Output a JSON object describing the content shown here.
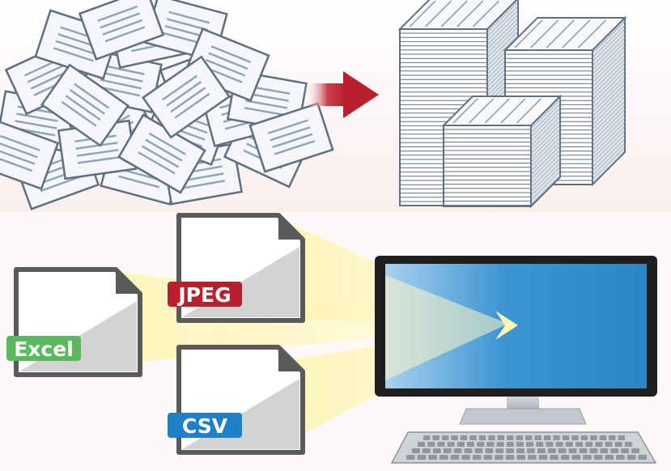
{
  "labels": {
    "excel": "Excel",
    "jpeg": "JPEG",
    "csv": "CSV"
  },
  "colors": {
    "excel_badge": "#5cb85c",
    "jpeg_badge": "#b8202e",
    "csv_badge": "#1f7fc8",
    "arrow": "#b8202e",
    "paper_stroke": "#5f6f80",
    "screen_blue": "#2a86c8",
    "beam": "#fff6b8"
  },
  "icons": {
    "scattered": "scattered-papers-icon",
    "arrow": "right-arrow-icon",
    "stacks": "paper-stacks-icon",
    "monitor": "monitor-icon",
    "keyboard": "keyboard-icon"
  }
}
